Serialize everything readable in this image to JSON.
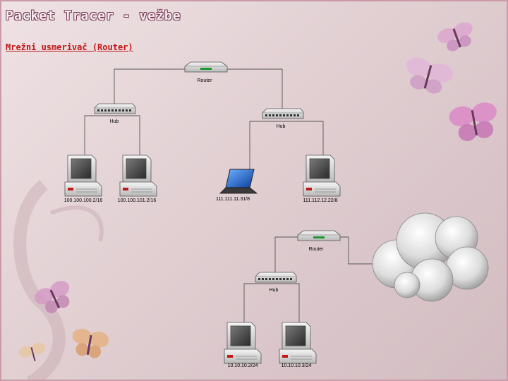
{
  "slide": {
    "title": "Packet Tracer - vežbe",
    "subtitle": "Mrežni usmerivač (Router)"
  },
  "network": {
    "top": {
      "router_label": "Router",
      "hub_left_label": "Hub",
      "hub_right_label": "Hub",
      "pc1_ip": "100.100.100.2/16",
      "pc2_ip": "100.100.101.2/16",
      "laptop_ip": "111.111.11.31/8",
      "pc3_ip": "111.112.12.22/8"
    },
    "bottom": {
      "router_label": "Router",
      "hub_label": "Hub",
      "pc1_ip": "10.10.10.2/24",
      "pc2_ip": "10.10.10.3/24"
    }
  },
  "colors": {
    "accent": "#c01818",
    "link": "#444444"
  }
}
